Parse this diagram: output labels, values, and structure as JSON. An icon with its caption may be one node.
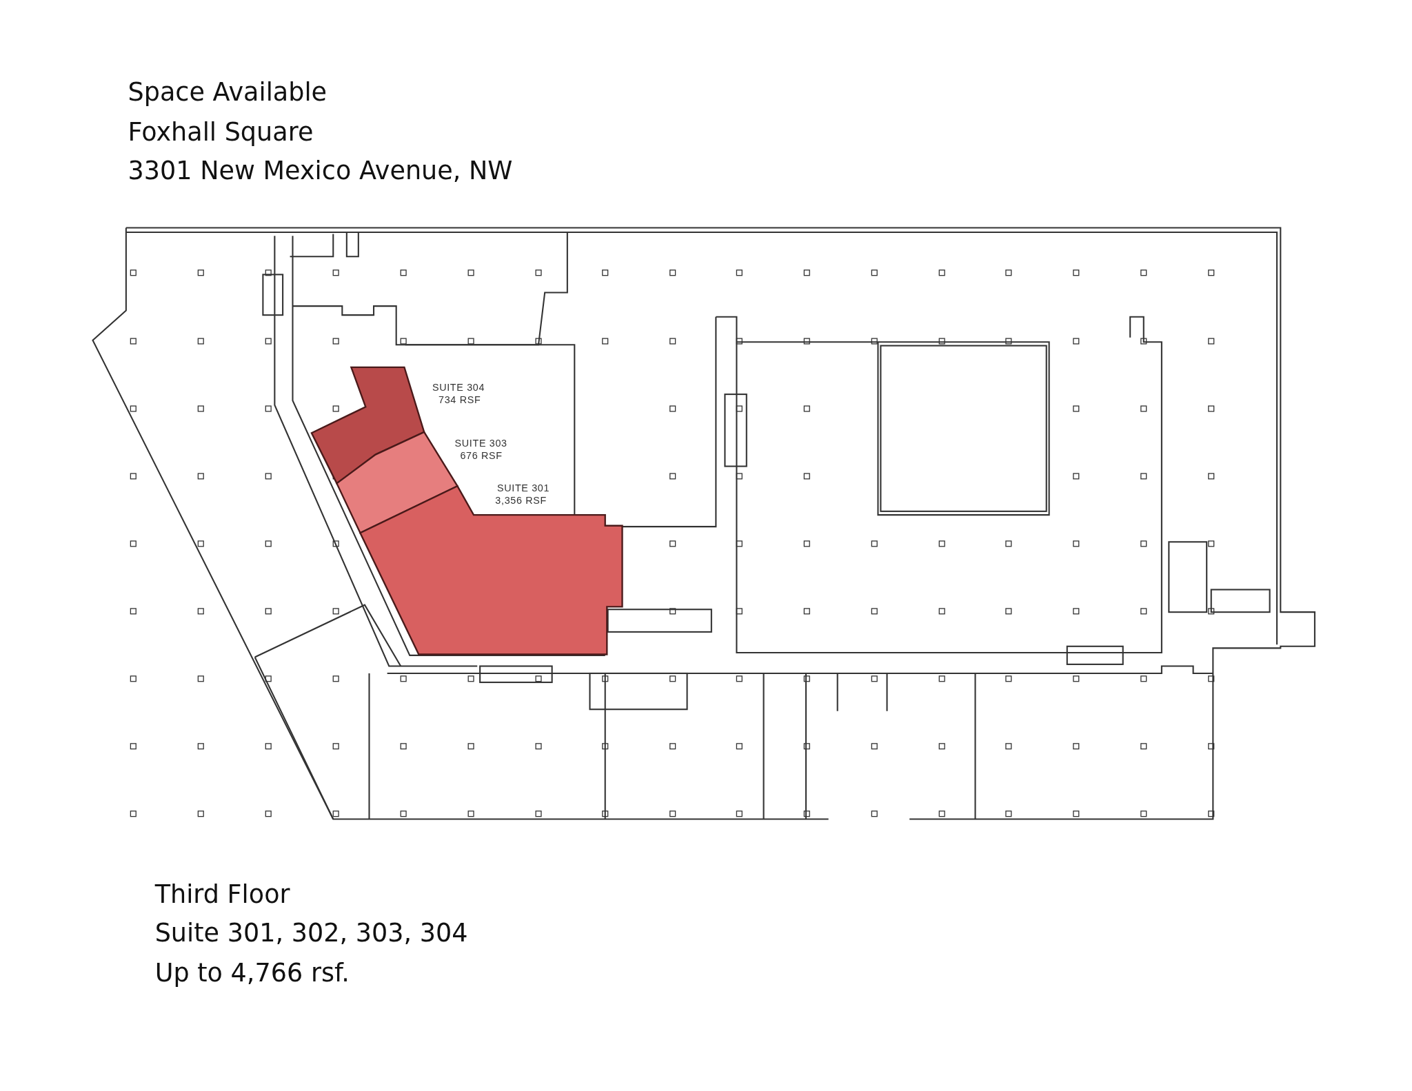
{
  "diagram": {
    "labels": [
      "Space Available",
      "Foxhall Square",
      "3301 New Mexico Avenue, NW",
      "SUITE 304",
      "734 RSF",
      "SUITE 303",
      "676 RSF",
      "SUITE 301",
      "3,356 RSF",
      "Third Floor",
      "Suite 301, 302, 303, 304",
      "Up to 4,766 rsf."
    ]
  }
}
